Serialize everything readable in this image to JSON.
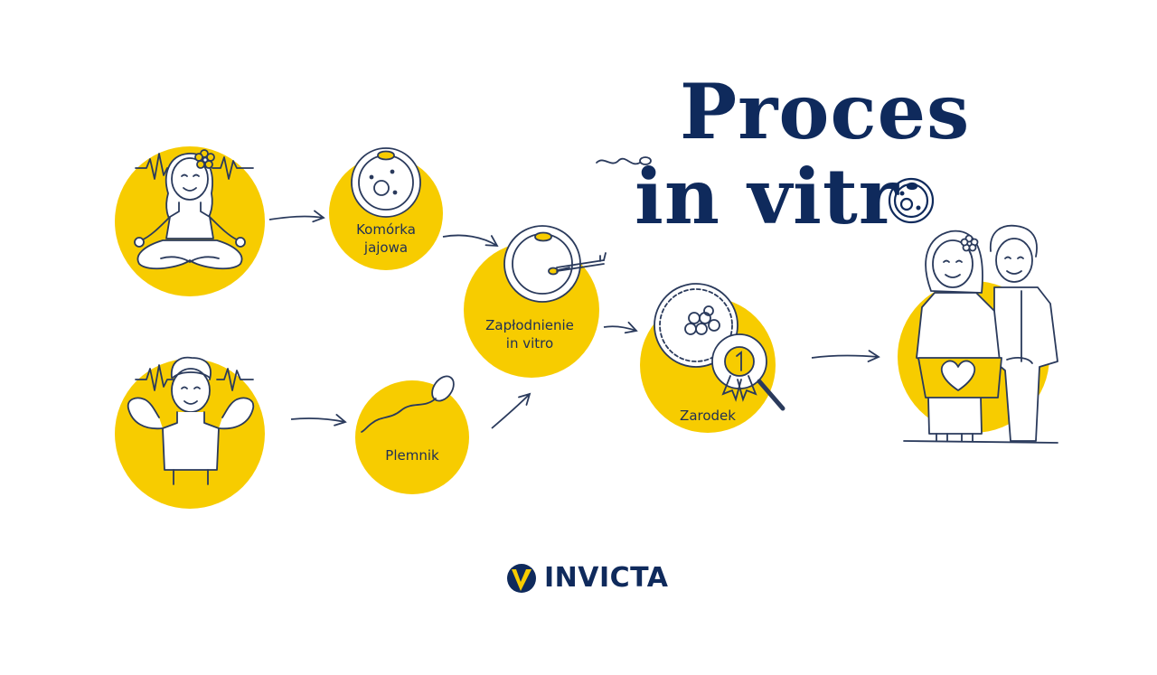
{
  "title": {
    "line1": "Proces",
    "line2": "in vitr"
  },
  "steps": [
    {
      "id": "woman",
      "label": ""
    },
    {
      "id": "man",
      "label": ""
    },
    {
      "id": "egg",
      "label_line1": "Komórka",
      "label_line2": "jajowa"
    },
    {
      "id": "sperm",
      "label": "Plemnik"
    },
    {
      "id": "fertilization",
      "label_line1": "Zapłodnienie",
      "label_line2": "in vitro"
    },
    {
      "id": "embryo",
      "label": "Zarodek"
    },
    {
      "id": "couple",
      "label": ""
    }
  ],
  "brand": {
    "name": "INVICTA"
  },
  "colors": {
    "accent": "#f7cc00",
    "ink": "#0f2a5c",
    "line": "#2a3a5c",
    "background": "#ffffff"
  }
}
